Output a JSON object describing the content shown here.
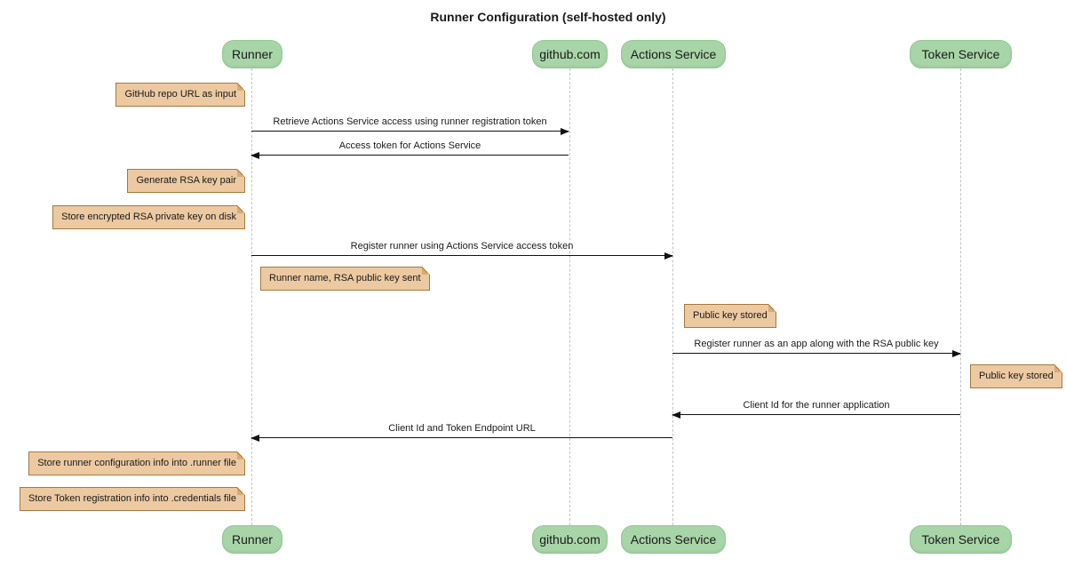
{
  "title": "Runner Configuration (self-hosted only)",
  "participants": [
    {
      "label": "Runner"
    },
    {
      "label": "github.com"
    },
    {
      "label": "Actions Service"
    },
    {
      "label": "Token Service"
    }
  ],
  "messages": [
    {
      "label": "Retrieve Actions Service access using runner registration token",
      "from": "Runner",
      "to": "github.com",
      "direction": "right"
    },
    {
      "label": "Access token for Actions Service",
      "from": "github.com",
      "to": "Runner",
      "direction": "left"
    },
    {
      "label": "Register runner using Actions Service access token",
      "from": "Runner",
      "to": "Actions Service",
      "direction": "right"
    },
    {
      "label": "Register runner as an app along with the RSA public key",
      "from": "Actions Service",
      "to": "Token Service",
      "direction": "right"
    },
    {
      "label": "Client Id for the runner application",
      "from": "Token Service",
      "to": "Actions Service",
      "direction": "left"
    },
    {
      "label": "Client Id and Token Endpoint URL",
      "from": "Actions Service",
      "to": "Runner",
      "direction": "left"
    }
  ],
  "notes": [
    {
      "label": "GitHub repo URL as input",
      "anchor": "Runner",
      "side": "left"
    },
    {
      "label": "Generate RSA key pair",
      "anchor": "Runner",
      "side": "left"
    },
    {
      "label": "Store encrypted RSA private key on disk",
      "anchor": "Runner",
      "side": "left"
    },
    {
      "label": "Runner name, RSA public key sent",
      "anchor": "Runner",
      "side": "right"
    },
    {
      "label": "Public key stored",
      "anchor": "Actions Service",
      "side": "right"
    },
    {
      "label": "Public key stored",
      "anchor": "Token Service",
      "side": "right"
    },
    {
      "label": "Store runner configuration info into .runner file",
      "anchor": "Runner",
      "side": "left"
    },
    {
      "label": "Store Token registration info into .credentials file",
      "anchor": "Runner",
      "side": "left"
    }
  ],
  "colors": {
    "participant_fill": "#a8d5a8",
    "participant_border": "#95c795",
    "note_fill": "#ecc9a1",
    "note_border": "#a6793e",
    "note_fold": "#d8ab72",
    "lifeline": "#c3c3c3",
    "arrow": "#111111"
  }
}
